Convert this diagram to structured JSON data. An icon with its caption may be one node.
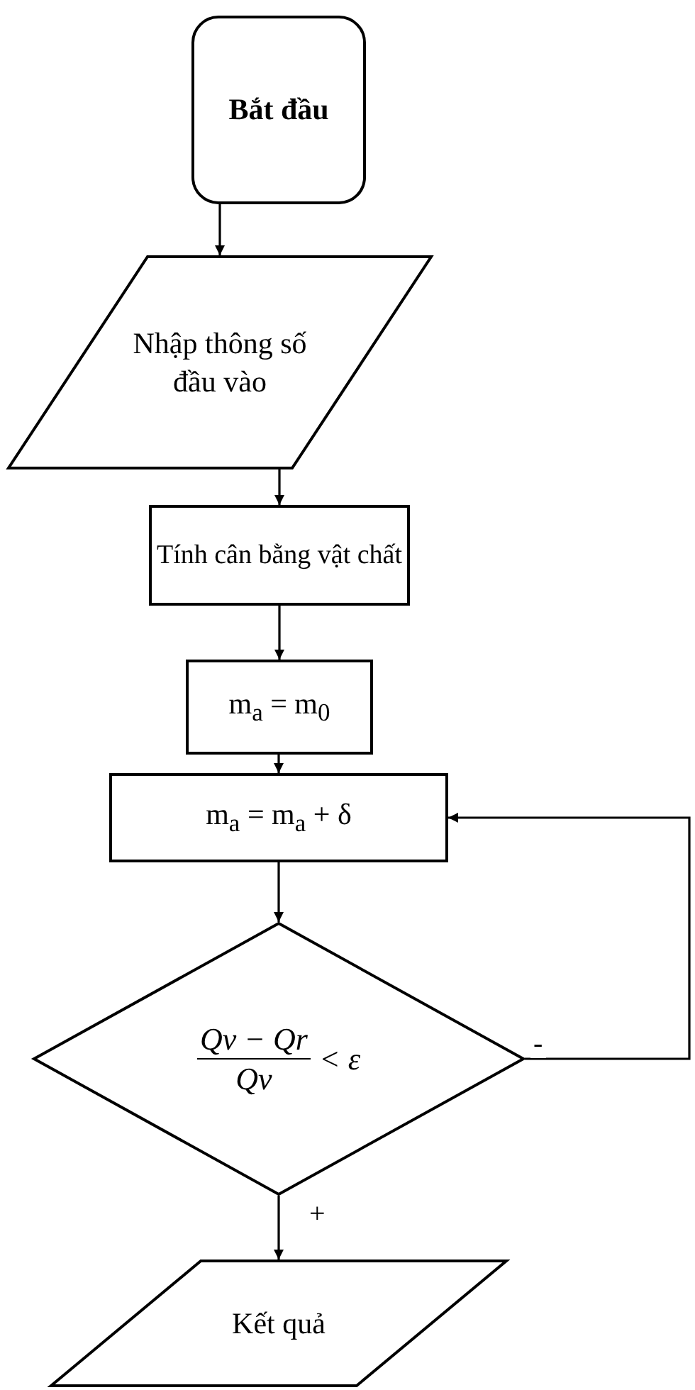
{
  "diagram": {
    "nodes": [
      {
        "text": [
          "Bắt đầu"
        ]
      },
      {
        "text": [
          "Nhập thông số đầu vào"
        ]
      },
      {
        "text": [
          "Tính cân bằng vật chất"
        ]
      },
      {
        "text": [
          "m$_{a}$ = m$_{0}$"
        ]
      },
      {
        "text": [
          "m$_{a}$ = m$_{a}$ + δ"
        ]
      },
      {
        "text": [
          "Qv − Qr",
          "Qv",
          "< ε"
        ]
      },
      {
        "text": [
          "Kết quả"
        ]
      }
    ],
    "edges": [
      {
        "from": 0,
        "to": 1,
        "arrow": "to"
      },
      {
        "from": 1,
        "to": 2,
        "arrow": "to"
      },
      {
        "from": 2,
        "to": 3,
        "arrow": "to"
      },
      {
        "from": 3,
        "to": 4,
        "arrow": "to"
      },
      {
        "from": 4,
        "to": 5,
        "arrow": "to"
      },
      {
        "from": 5,
        "to": 6,
        "arrow": "to",
        "label": "+"
      },
      {
        "from": 5,
        "to": 4,
        "arrow": "to",
        "label": "-"
      }
    ]
  }
}
